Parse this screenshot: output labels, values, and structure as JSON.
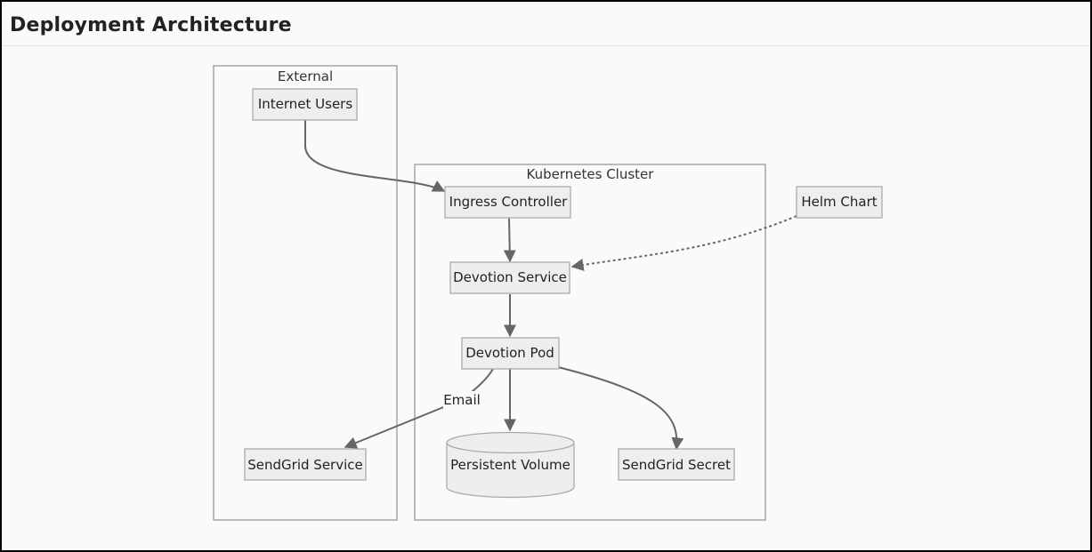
{
  "page": {
    "title": "Deployment Architecture"
  },
  "diagram": {
    "groups": {
      "external": "External",
      "cluster": "Kubernetes Cluster"
    },
    "nodes": {
      "internet_users": "Internet Users",
      "ingress_controller": "Ingress Controller",
      "helm_chart": "Helm Chart",
      "devotion_service": "Devotion Service",
      "devotion_pod": "Devotion Pod",
      "sendgrid_service": "SendGrid Service",
      "persistent_volume": "Persistent Volume",
      "sendgrid_secret": "SendGrid Secret"
    },
    "edge_labels": {
      "email": "Email"
    }
  }
}
